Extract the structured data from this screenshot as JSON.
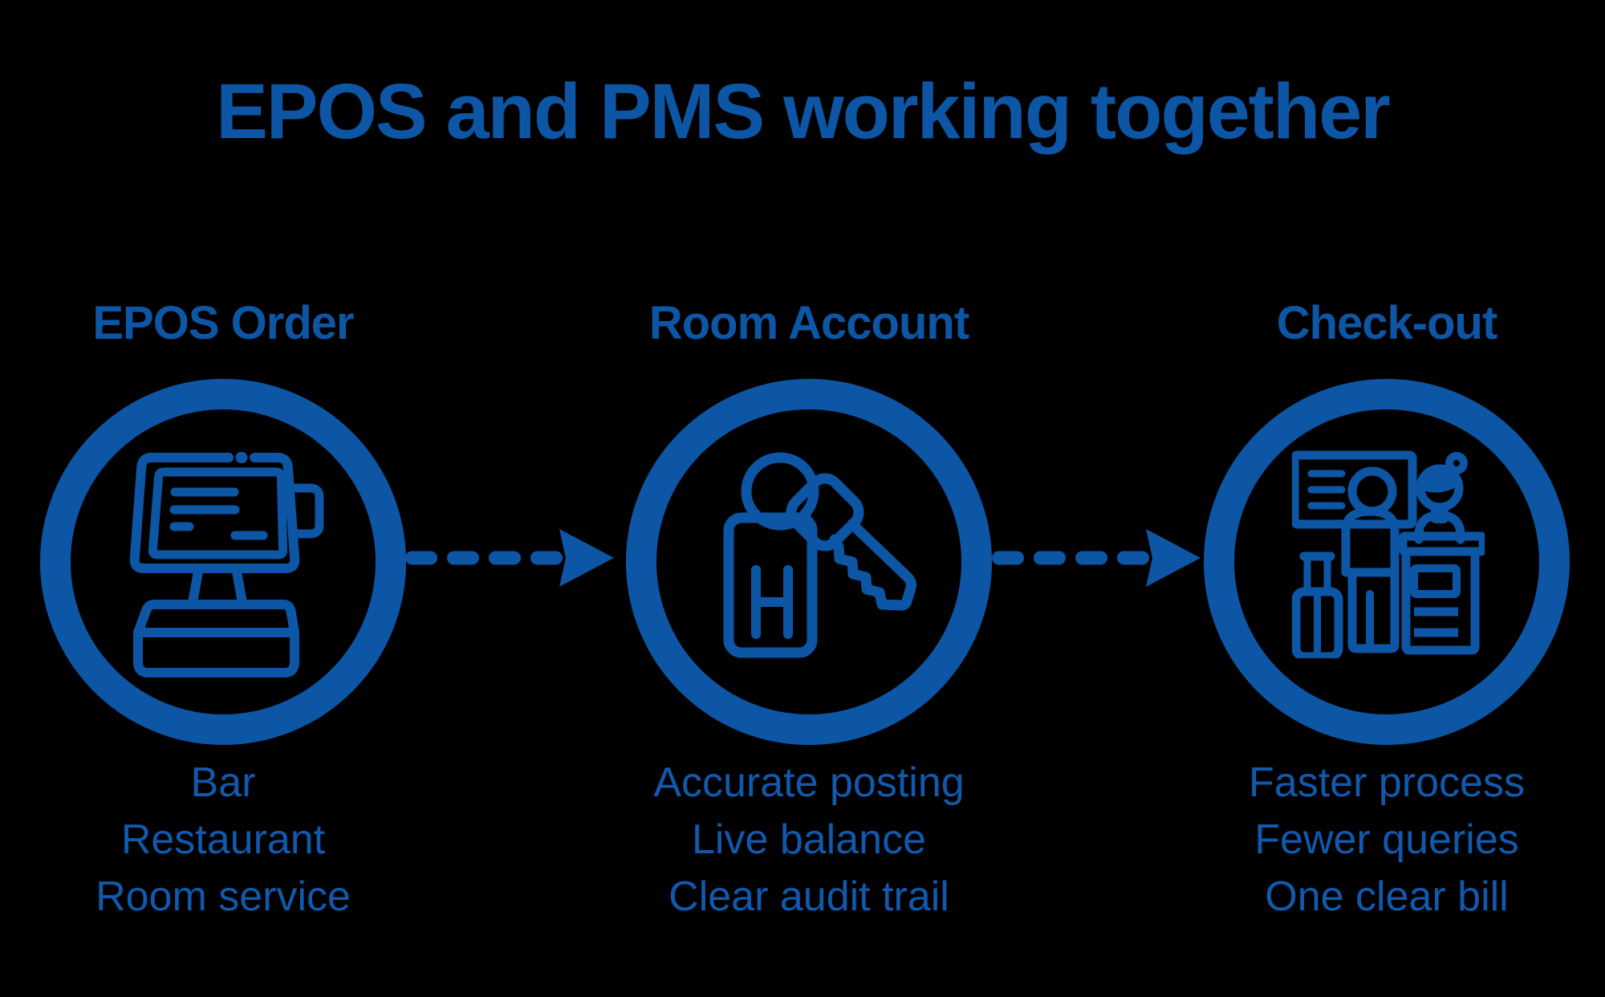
{
  "title": "EPOS and PMS working together",
  "colors": {
    "background": "#000000",
    "primary": "#0d56a5",
    "body_text": "#1159ac"
  },
  "steps": [
    {
      "heading": "EPOS Order",
      "icon": "pos-terminal-icon",
      "bullets": [
        "Bar",
        "Restaurant",
        "Room service"
      ]
    },
    {
      "heading": "Room Account",
      "icon": "hotel-key-icon",
      "bullets": [
        "Accurate posting",
        "Live balance",
        "Clear audit trail"
      ]
    },
    {
      "heading": "Check-out",
      "icon": "checkout-desk-icon",
      "bullets": [
        "Faster process",
        "Fewer queries",
        "One clear bill"
      ]
    }
  ],
  "connectors": [
    {
      "type": "dashed-arrow"
    },
    {
      "type": "dashed-arrow"
    }
  ]
}
